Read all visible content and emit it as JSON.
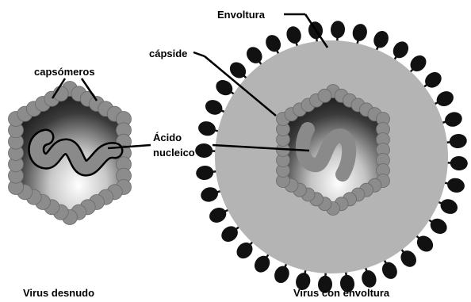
{
  "labels": {
    "capsomeros": "capsómeros",
    "capside": "cápside",
    "envoltura": "Envoltura",
    "acido_line1": "Ácido",
    "acido_line2": "nucleico"
  },
  "captions": {
    "naked": "Virus desnudo",
    "enveloped": "Virus con envoltura"
  },
  "colors": {
    "capsomere": "#8c8c8c",
    "capsomere_edge": "#6a6a6a",
    "nucleic_acid": "#8a8a8a",
    "envelope": "#b4b4b4",
    "spike": "#111111",
    "leader": "#000000"
  }
}
